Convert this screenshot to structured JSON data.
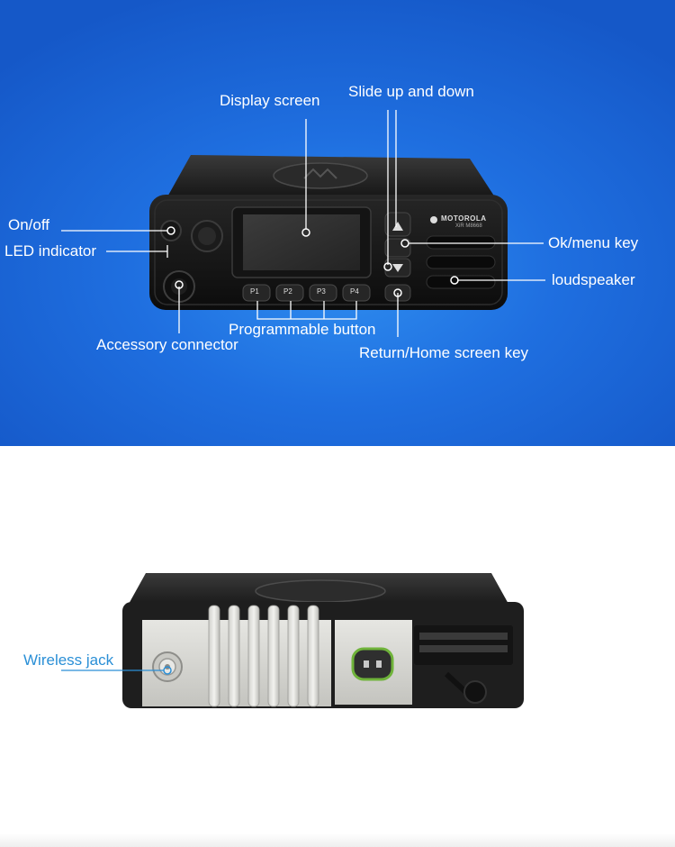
{
  "top_callouts": {
    "display_screen": "Display screen",
    "slide_up_down": "Slide up and down",
    "on_off": "On/off",
    "led_indicator": "LED indicator",
    "ok_menu_key": "Ok/menu key",
    "loudspeaker": "loudspeaker",
    "programmable_button": "Programmable button",
    "accessory_connector": "Accessory connector",
    "return_home_key": "Return/Home screen key"
  },
  "radio_front": {
    "brand": "MOTOROLA",
    "model": "XiR M8668",
    "buttons": [
      "P1",
      "P2",
      "P3",
      "P4"
    ]
  },
  "bottom_callouts": {
    "wireless_jack": "Wireless jack"
  },
  "colors": {
    "background_blue": "#1f6fe0",
    "label_white": "#ffffff",
    "label_blue": "#2a8fd6",
    "radio_body": "#1a1a1a",
    "rear_panel_metal": "#d8d8d4"
  }
}
